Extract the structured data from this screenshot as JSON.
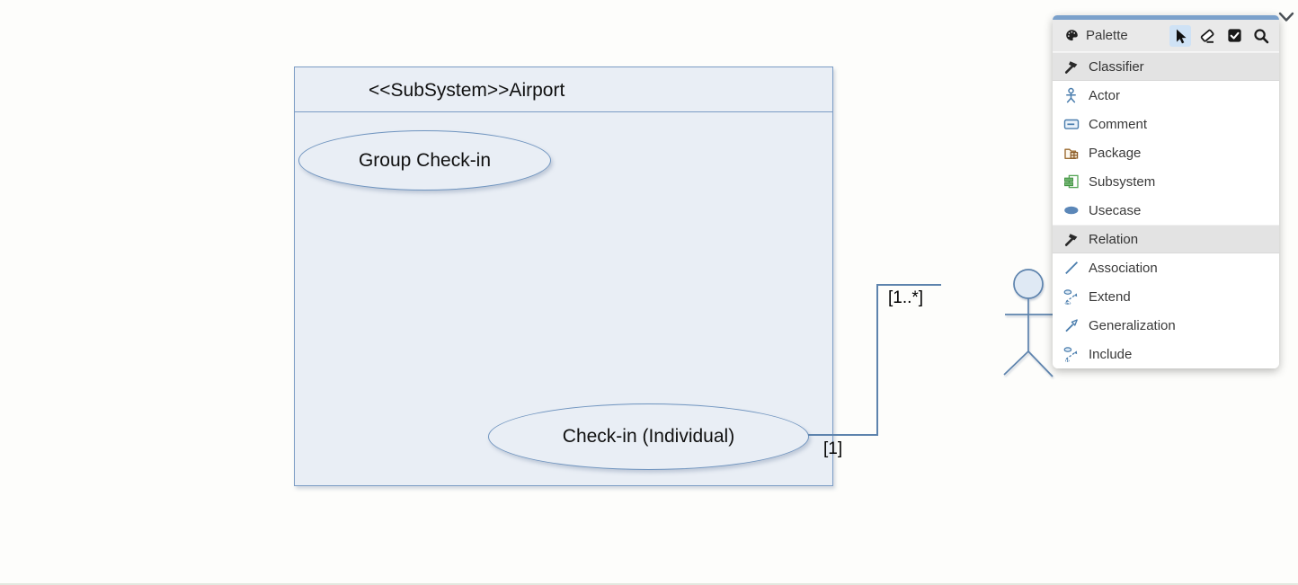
{
  "diagram": {
    "subsystem": {
      "title": "<<SubSystem>>Airport"
    },
    "usecases": [
      {
        "label": "Group Check-in"
      },
      {
        "label": "Check-in (Individual)"
      }
    ],
    "association": {
      "source_multiplicity": "[1]",
      "target_multiplicity": "[1..*]"
    }
  },
  "palette": {
    "title": "Palette",
    "toolbar": [
      {
        "icon": "select-cursor-icon",
        "active": true
      },
      {
        "icon": "eraser-icon",
        "active": false
      },
      {
        "icon": "checkbox-checked-icon",
        "active": false
      },
      {
        "icon": "search-icon",
        "active": false
      }
    ],
    "groups": [
      {
        "label": "Classifier",
        "icon": "hammer-icon",
        "items": [
          {
            "label": "Actor",
            "icon": "actor-icon"
          },
          {
            "label": "Comment",
            "icon": "comment-icon"
          },
          {
            "label": "Package",
            "icon": "package-icon"
          },
          {
            "label": "Subsystem",
            "icon": "subsystem-icon"
          },
          {
            "label": "Usecase",
            "icon": "usecase-icon"
          }
        ]
      },
      {
        "label": "Relation",
        "icon": "hammer-icon",
        "items": [
          {
            "label": "Association",
            "icon": "association-icon"
          },
          {
            "label": "Extend",
            "icon": "extend-icon"
          },
          {
            "label": "Generalization",
            "icon": "generalization-icon"
          },
          {
            "label": "Include",
            "icon": "include-icon"
          }
        ]
      }
    ]
  },
  "colors": {
    "shape_fill": "#e9eef5",
    "shape_border": "#7b9cc4",
    "line_blue": "#5d83ad",
    "icon_blue": "#4a7dad",
    "palette_top_bar": "#7ba1cb",
    "selected_tool_bg": "#cfe2f5"
  }
}
